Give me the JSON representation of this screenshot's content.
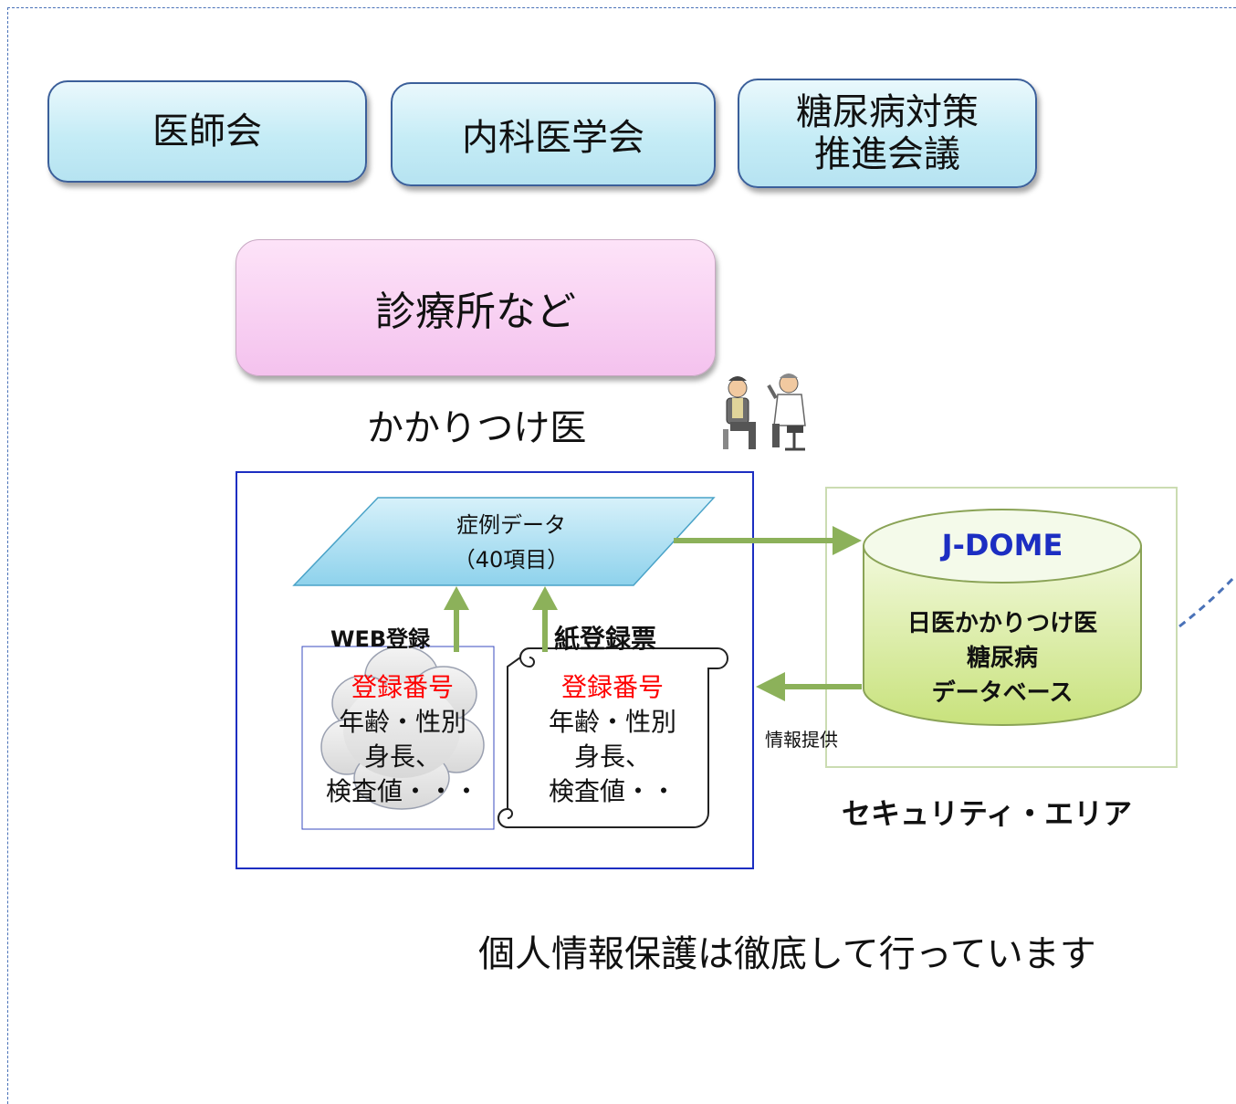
{
  "organizations": {
    "medical_association": "医師会",
    "internal_medicine_society": "内科医学会",
    "diabetes_council_line1": "糖尿病対策",
    "diabetes_council_line2": "推進会議"
  },
  "clinic": {
    "label": "診療所など",
    "caption": "かかりつけ医"
  },
  "case_data": {
    "line1": "症例データ",
    "line2": "（40項目）"
  },
  "web_registration": {
    "heading": "WEB登録",
    "reg_no": "登録番号",
    "line1": "年齢・性別",
    "line2": "身長、",
    "line3": "検査値・・・"
  },
  "paper_registration": {
    "heading": "紙登録票",
    "reg_no": "登録番号",
    "line1": "年齢・性別",
    "line2": "身長、",
    "line3": "検査値・・"
  },
  "database": {
    "name": "J-DOME",
    "line1": "日医かかりつけ医",
    "line2": "糖尿病",
    "line3": "データベース"
  },
  "info_provision": "情報提供",
  "security_area": "セキュリティ・エリア",
  "privacy_note": "個人情報保護は徹底して行っています",
  "colors": {
    "accent_blue": "#1c2ec2",
    "red_text": "#ff0000",
    "arrow_green": "#8cb15a"
  }
}
